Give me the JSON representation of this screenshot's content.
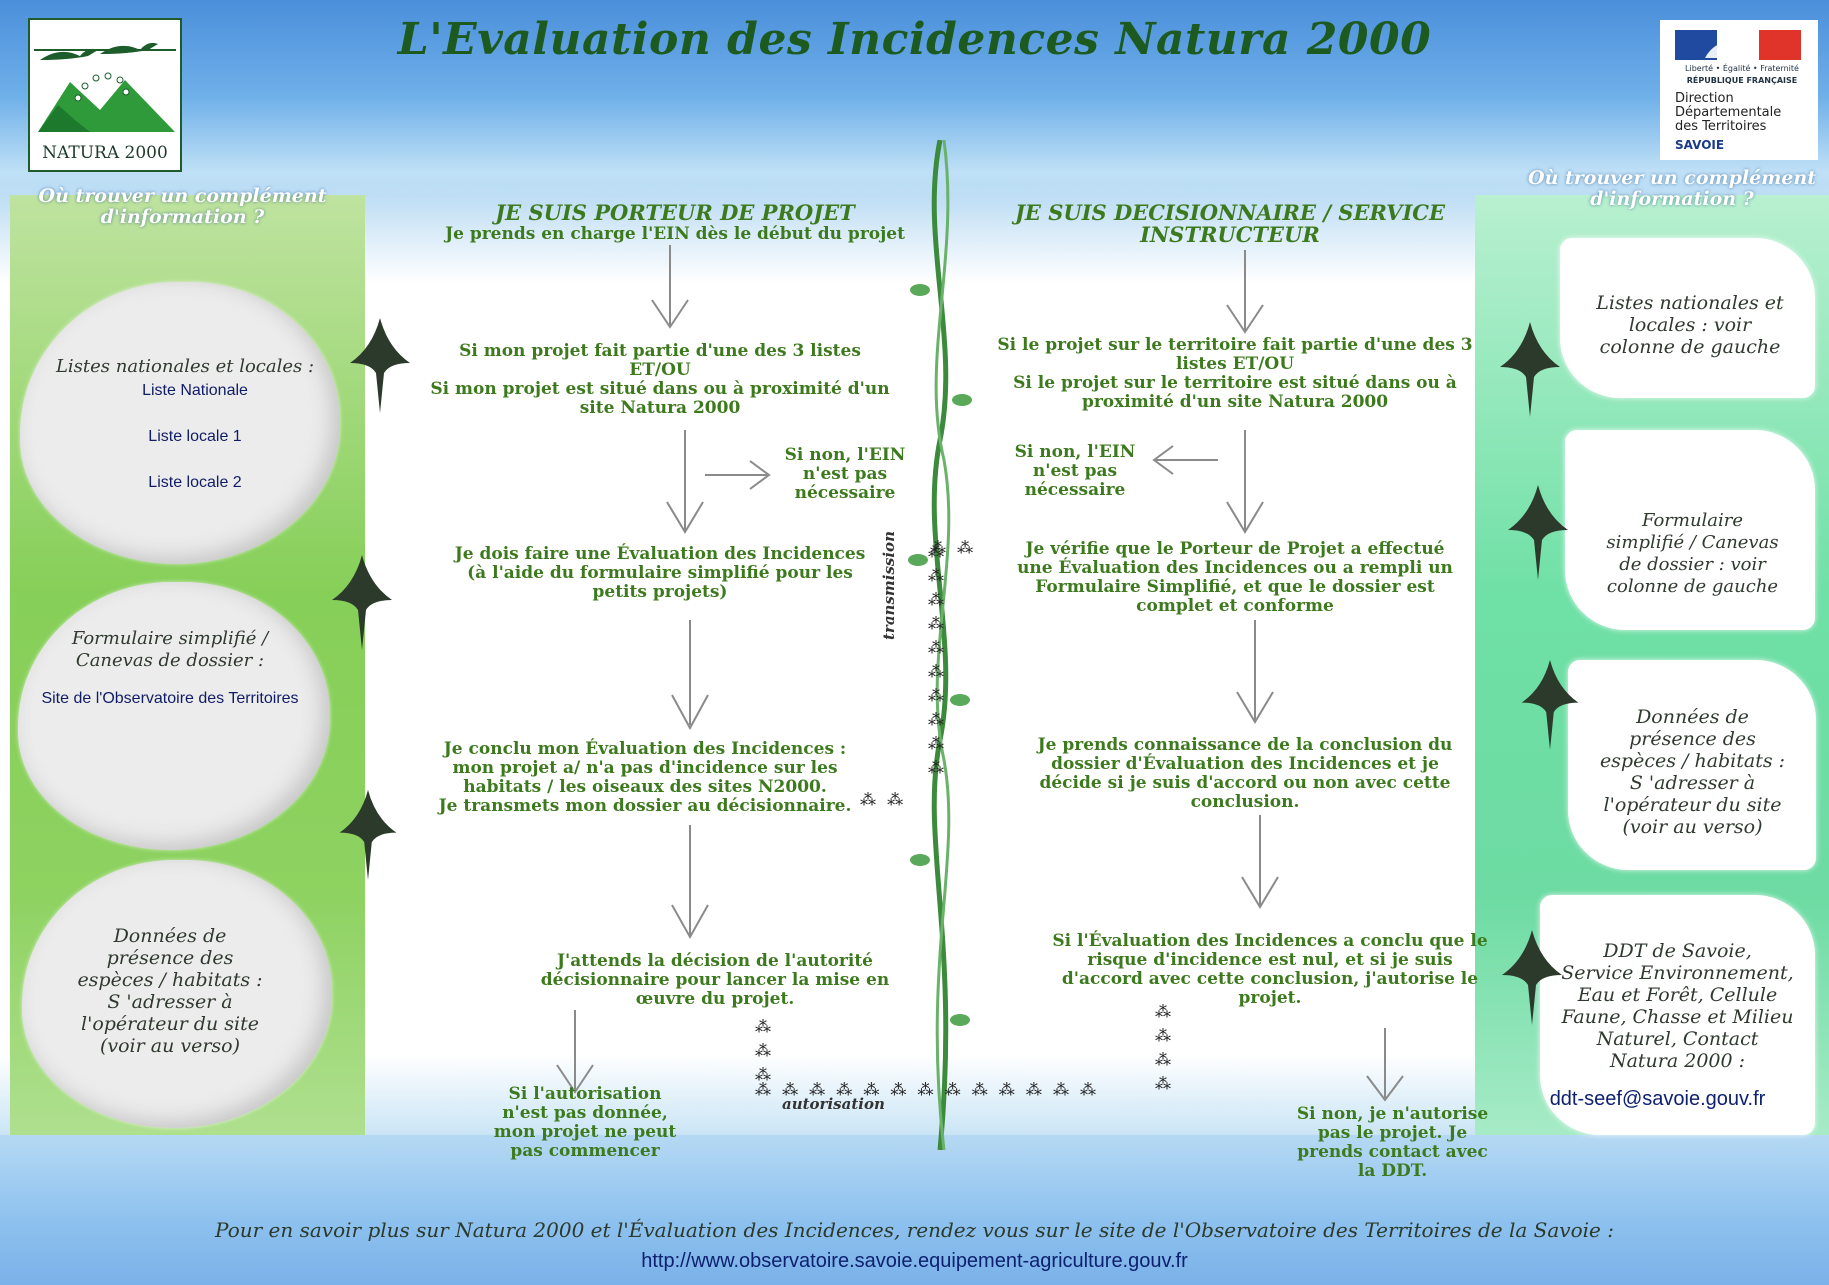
{
  "title": "L'Evaluation des Incidences Natura 2000",
  "logo_left": {
    "text": "NATURA 2000",
    "icon": "natura-2000-logo"
  },
  "logo_right": {
    "small": "Liberté • Égalité • Fraternité",
    "bold": "RÉPUBLIQUE FRANÇAISE",
    "dir": [
      "Direction",
      "Départementale",
      "des Territoires"
    ],
    "dept": "SAVOIE"
  },
  "left": {
    "header": [
      "Où trouver un complément",
      "d'information ?"
    ],
    "leaf1": {
      "label": "Listes nationales et locales  :",
      "links": [
        "Liste Nationale",
        "Liste locale 1",
        "Liste locale 2"
      ]
    },
    "leaf2": {
      "label": [
        "Formulaire simplifié /",
        "Canevas de dossier :"
      ],
      "link": "Site de l'Observatoire des Territoires"
    },
    "leaf3": {
      "label": [
        "Données de",
        "présence des",
        "espèces / habitats :",
        "S 'adresser à",
        "l'opérateur du site",
        "(voir au verso)"
      ]
    }
  },
  "right": {
    "header": [
      "Où trouver un complément",
      "d'information ?"
    ],
    "leaf1": [
      "Listes nationales et",
      "locales  : voir",
      "colonne de gauche"
    ],
    "leaf2": [
      "Formulaire",
      "simplifié / Canevas",
      "de dossier : voir",
      "colonne de gauche"
    ],
    "leaf3": [
      "Données de",
      "présence des",
      "espèces / habitats :",
      "S 'adresser à",
      "l'opérateur du site",
      "(voir au verso)"
    ],
    "leaf4": [
      "DDT de Savoie,",
      "Service Environnement,",
      "Eau et Forêt, Cellule",
      "Faune, Chasse et Milieu",
      "Naturel, Contact",
      "Natura 2000 :"
    ],
    "email": "ddt-seef@savoie.gouv.fr"
  },
  "porteur": {
    "heading": "JE SUIS PORTEUR DE PROJET",
    "sub": "Je prends en charge l'EIN dès le début du projet",
    "step1": [
      "Si mon projet fait partie d'une des 3 listes",
      "ET/OU",
      "Si mon projet est situé dans ou à proximité d'un",
      "site Natura 2000"
    ],
    "no": [
      "Si non, l'EIN",
      "n'est pas",
      "nécessaire"
    ],
    "step2": [
      "Je dois faire une Évaluation des Incidences",
      "(à l'aide du formulaire simplifié pour les",
      "petits projets)"
    ],
    "step3": [
      "Je conclu mon Évaluation des Incidences :",
      "mon projet a/ n'a pas d'incidence sur les",
      "habitats / les oiseaux des sites N2000.",
      "Je transmets mon dossier au décisionnaire."
    ],
    "step4": [
      "J'attends la décision de l'autorité",
      "décisionnaire pour lancer la mise en",
      "œuvre du projet."
    ],
    "refused": [
      "Si l'autorisation",
      "n'est pas donnée,",
      "mon projet ne peut",
      "pas commencer"
    ]
  },
  "decisionnaire": {
    "heading": [
      "JE SUIS DECISIONNAIRE / SERVICE",
      "INSTRUCTEUR"
    ],
    "step1": [
      "Si le projet sur le territoire fait partie d'une des 3",
      "listes ET/OU",
      "Si le projet sur le territoire est situé dans ou à",
      "proximité d'un site Natura 2000"
    ],
    "no": [
      "Si non, l'EIN",
      "n'est pas",
      "nécessaire"
    ],
    "step2": [
      "Je vérifie que le Porteur de Projet a effectué",
      "une Évaluation des Incidences ou a rempli un",
      "Formulaire Simplifié, et que le dossier est",
      "complet et conforme"
    ],
    "step3": [
      "Je prends connaissance de la conclusion du",
      "dossier d'Évaluation des Incidences et je",
      "décide si je suis d'accord ou non avec cette",
      "conclusion."
    ],
    "step4": [
      "Si l'Évaluation des Incidences a conclu que le",
      "risque d'incidence est nul, et si je suis",
      "d'accord avec cette conclusion, j'autorise le",
      "projet."
    ],
    "refuse": [
      "Si non, je n'autorise",
      "pas le projet. Je",
      "prends contact avec",
      "la DDT."
    ]
  },
  "transmission": "transmission",
  "autorisation": "autorisation",
  "footer": {
    "text": "Pour en savoir plus sur Natura 2000 et l'Évaluation des Incidences, rendez vous sur le site de l'Observatoire des Territoires de la Savoie :",
    "link": "http://www.observatoire.savoie.equipement-agriculture.gouv.fr"
  }
}
